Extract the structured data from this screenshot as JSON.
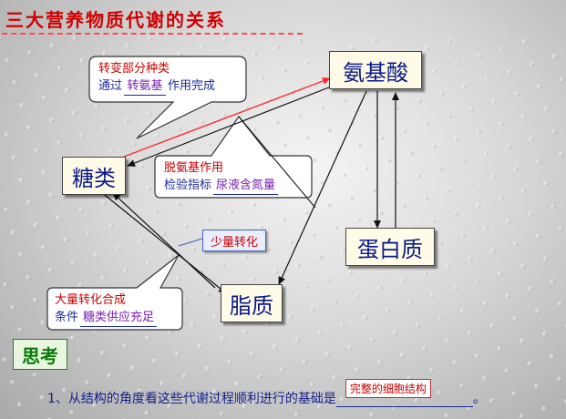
{
  "title": "三大营养物质代谢的关系",
  "nodes": {
    "amino_acid": "氨基酸",
    "sugar": "糖类",
    "protein": "蛋白质",
    "lipid": "脂质"
  },
  "callouts": {
    "transamination": {
      "line1": "转变部分种类",
      "line2_prefix": "通过",
      "line2_fill": "转氨基",
      "line2_suffix": "作用完成"
    },
    "deamination": {
      "line1": "脱氨基作用",
      "line2_prefix": "检验指标",
      "line2_fill": "尿液含氮量"
    },
    "small_conversion": "少量转化",
    "large_conversion": {
      "line1": "大量转化合成",
      "line2_prefix": "条件",
      "line2_fill": "糖类供应充足"
    }
  },
  "think": "思考",
  "question": {
    "text": "1、从结构的角度看这些代谢过程顺利进行的基础是",
    "answer": "完整的细胞结构",
    "end": "。"
  },
  "colors": {
    "node_text": "#0a1a8a",
    "red_text": "#cc0000",
    "fill_text": "#7a1fb3",
    "arrow": "#111111",
    "red_arrow": "#ff2a2a"
  }
}
